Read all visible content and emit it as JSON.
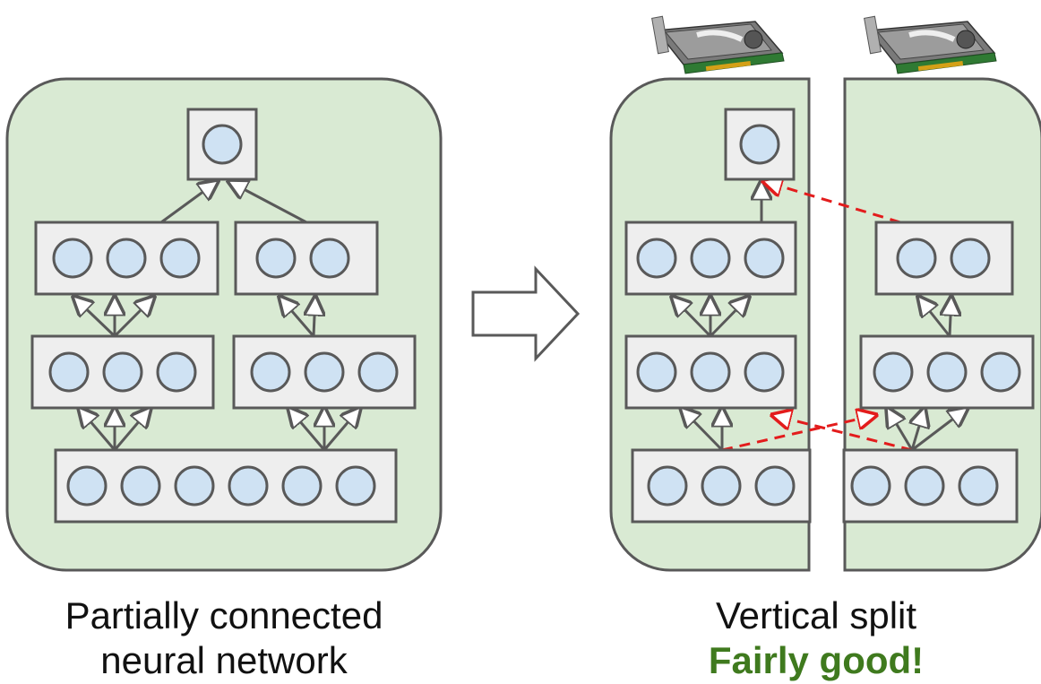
{
  "left_panel": {
    "caption_line1": "Partially connected",
    "caption_line2": "neural network"
  },
  "right_panel": {
    "caption_line1": "Vertical split",
    "caption_line2": "Fairly good!"
  },
  "colors": {
    "panel_fill": "#d9ead3",
    "box_fill": "#eeeeee",
    "neuron_fill": "#cfe2f3",
    "stroke": "#595959",
    "cross_device_arrow": "#e31c1c",
    "verdict_text": "#3f7a1e"
  },
  "icons": [
    "gpu-card-icon",
    "gpu-card-icon",
    "transform-arrow-icon"
  ]
}
